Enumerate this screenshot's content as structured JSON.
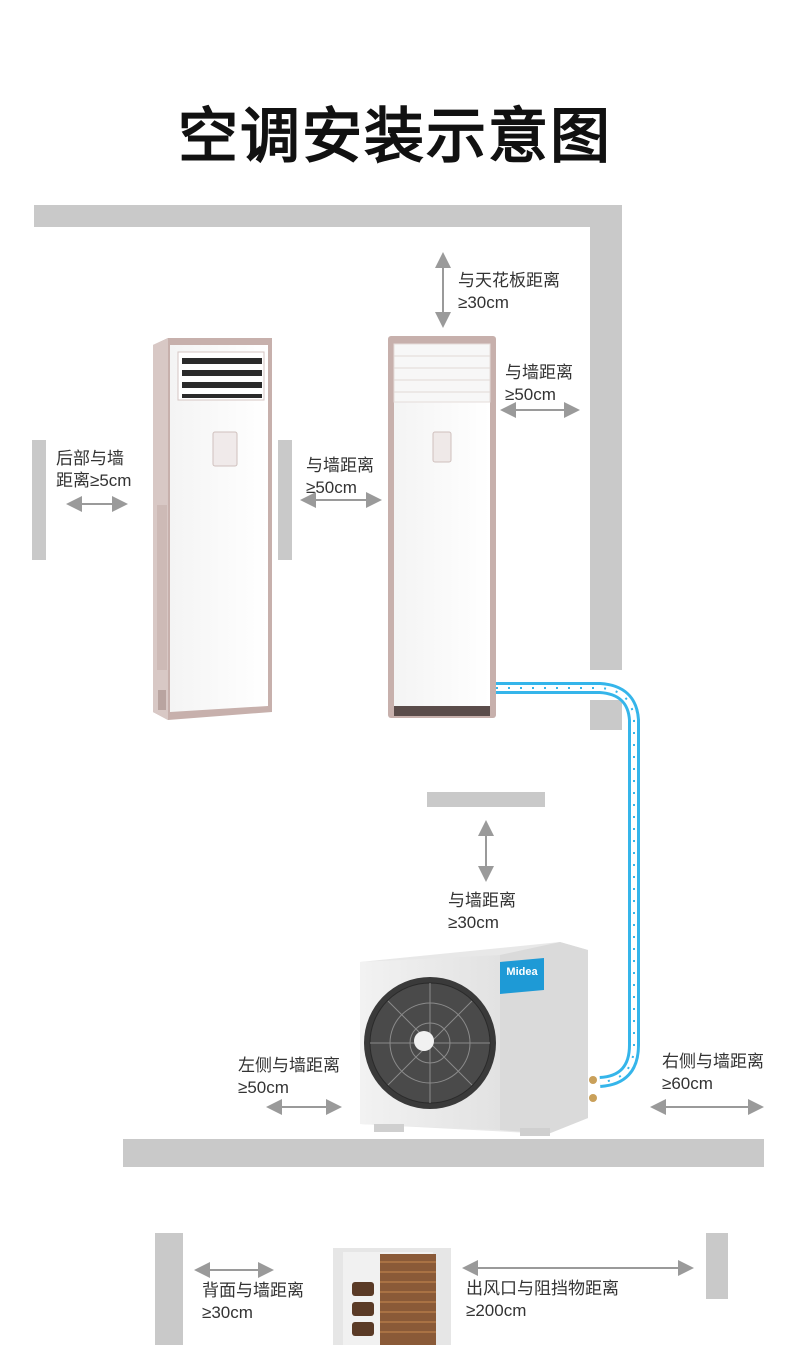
{
  "title": "空调安装示意图",
  "labels": {
    "ceiling": [
      "与天花板距离",
      "≥30cm"
    ],
    "right_wall_indoor": [
      "与墙距离",
      "≥50cm"
    ],
    "rear_wall": [
      "后部与墙",
      "距离≥5cm"
    ],
    "between_units": [
      "与墙距离",
      "≥50cm"
    ],
    "outdoor_top": [
      "与墙距离",
      "≥30cm"
    ],
    "outdoor_left": [
      "左侧与墙距离",
      "≥50cm"
    ],
    "outdoor_right": [
      "右侧与墙距离",
      "≥60cm"
    ],
    "back": [
      "背面与墙距离",
      "≥30cm"
    ],
    "outlet": [
      "出风口与阻挡物距离",
      "≥200cm"
    ]
  },
  "brand": "Midea",
  "colors": {
    "wall": "#c9c9c9",
    "pipe": "#35b5ea",
    "arrow": "#9a9a9a",
    "unit_frame": "#c7b0ac",
    "badge": "#1e9ad6"
  },
  "icons": [
    "double-arrow-icon",
    "fan-icon",
    "pipe-icon",
    "brand-logo-icon"
  ]
}
